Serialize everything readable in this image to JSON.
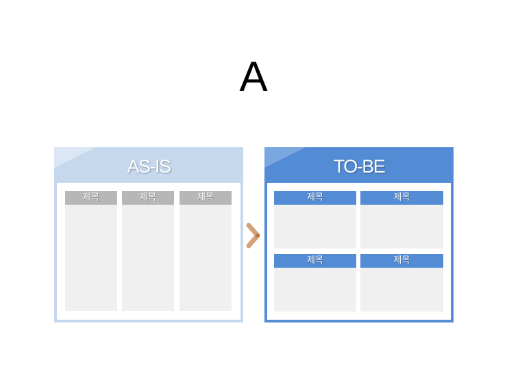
{
  "title": "A",
  "asis": {
    "label": "AS-IS",
    "columns": [
      {
        "label": "제목"
      },
      {
        "label": "제목"
      },
      {
        "label": "제목"
      }
    ]
  },
  "tobe": {
    "label": "TO-BE",
    "boxes": [
      {
        "label": "제목"
      },
      {
        "label": "제목"
      },
      {
        "label": "제목"
      },
      {
        "label": "제목"
      }
    ]
  },
  "arrow": {
    "icon": "chevron-right-icon",
    "color": "#d4a27a"
  },
  "colors": {
    "asis": "#c6d8ee",
    "tobe": "#538cd4",
    "asis_header_cell": "#b7b7b7",
    "cell_bg": "#f0f0f0"
  }
}
